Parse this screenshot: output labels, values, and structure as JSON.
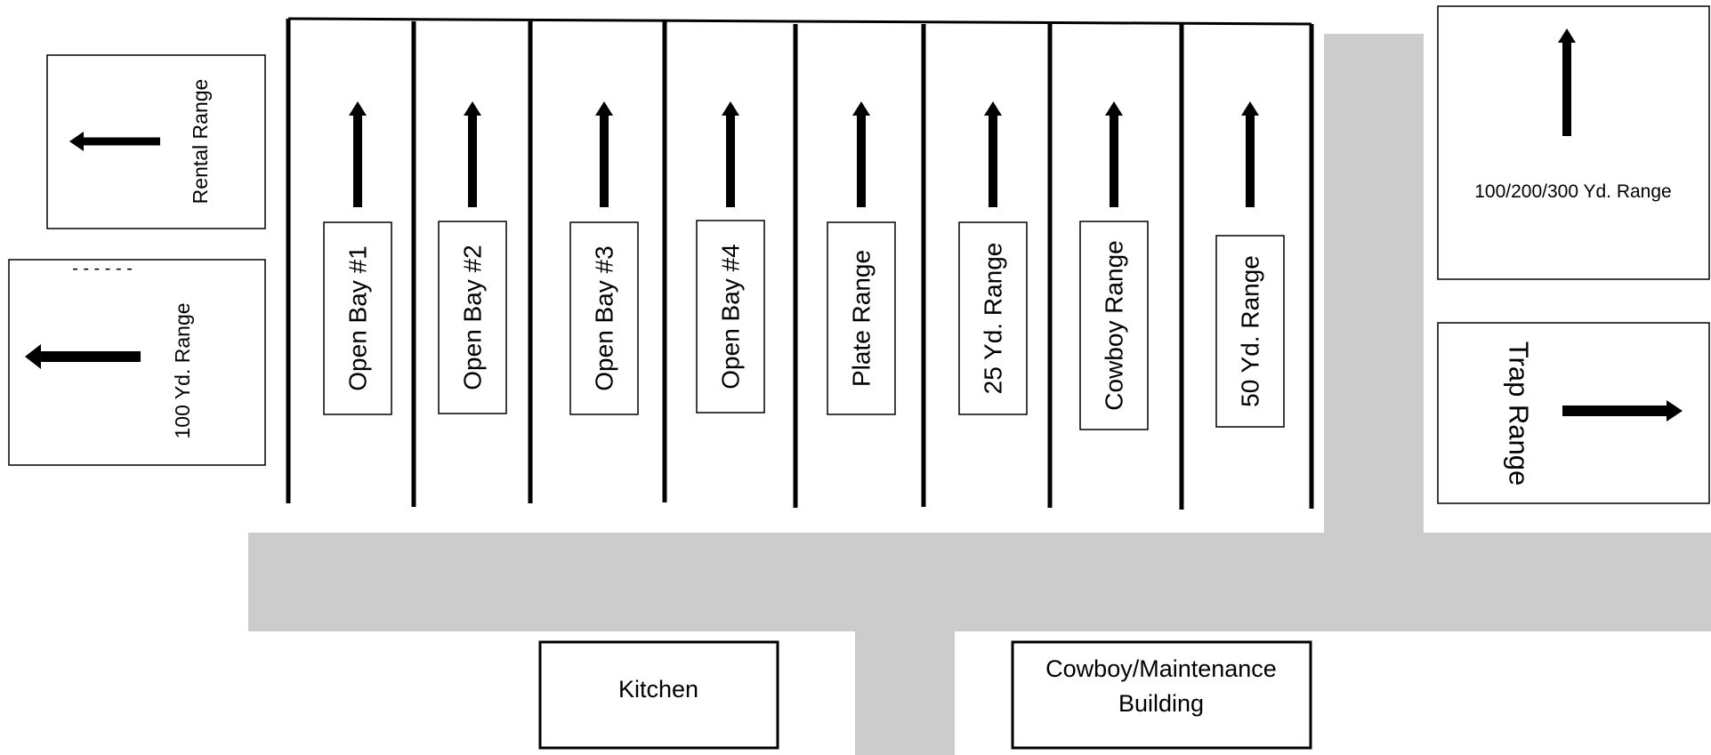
{
  "colors": {
    "road": "#cccccc",
    "line": "#000000",
    "background": "#ffffff"
  },
  "left_ranges": {
    "rental": {
      "label": "Rental Range",
      "arrow": "arrow-left-icon"
    },
    "hundred": {
      "label": "100 Yd. Range",
      "dashes": "- - - - - -",
      "arrow": "arrow-left-icon"
    }
  },
  "bays": [
    {
      "label": "Open Bay #1",
      "arrow": "arrow-up-icon"
    },
    {
      "label": "Open Bay #2",
      "arrow": "arrow-up-icon"
    },
    {
      "label": "Open Bay #3",
      "arrow": "arrow-up-icon"
    },
    {
      "label": "Open Bay #4",
      "arrow": "arrow-up-icon"
    },
    {
      "label": "Plate Range",
      "arrow": "arrow-up-icon"
    },
    {
      "label": "25 Yd. Range",
      "arrow": "arrow-up-icon"
    },
    {
      "label": "Cowboy Range",
      "arrow": "arrow-up-icon"
    },
    {
      "label": "50 Yd. Range",
      "arrow": "arrow-up-icon"
    }
  ],
  "right_ranges": {
    "long": {
      "label": "100/200/300 Yd. Range",
      "arrow": "arrow-up-icon"
    },
    "trap": {
      "label": "Trap Range",
      "arrow": "arrow-right-icon"
    }
  },
  "buildings": {
    "kitchen": {
      "label": "Kitchen"
    },
    "cowboy_maintenance": {
      "line1": "Cowboy/Maintenance",
      "line2": "Building"
    }
  }
}
